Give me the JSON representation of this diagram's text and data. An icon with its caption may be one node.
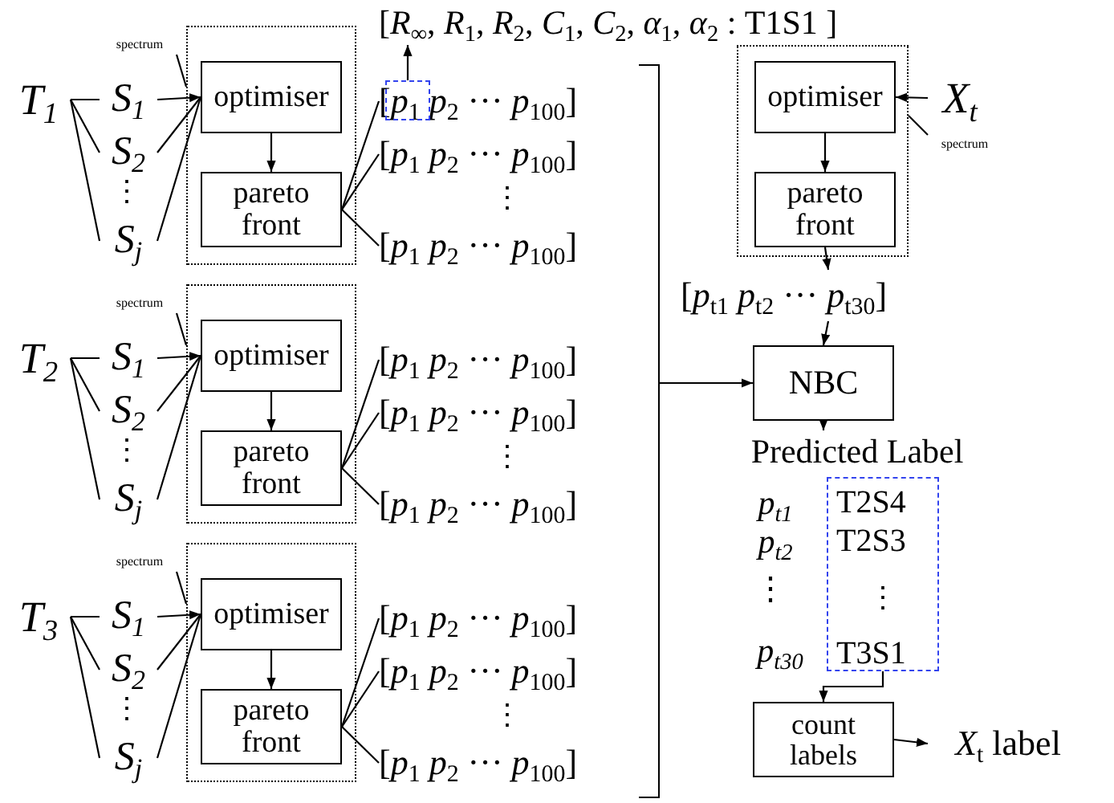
{
  "diagram": {
    "nodes": [
      {
        "text": [
          "T$_{1}$"
        ]
      },
      {
        "text": [
          "S$_{1}$"
        ]
      },
      {
        "text": [
          "S$_{2}$"
        ]
      },
      {
        "text": [
          "S$_{j}$"
        ]
      },
      {
        "text": [
          "spectrum"
        ]
      },
      {
        "text": [],
        "shape": "box"
      },
      {
        "text": [
          "optimiser"
        ],
        "in": 5
      },
      {
        "text": [
          "pareto front"
        ],
        "in": 5
      },
      {
        "text": [
          "[*p*$_{1}$  *p*$_{2}$ ··· *p*$_{100}$]"
        ]
      },
      {
        "text": [
          "[*p*$_{1}$  *p*$_{2}$ ··· *p*$_{100}$]"
        ]
      },
      {
        "text": [
          "[*p*$_{1}$  *p*$_{2}$ ··· *p*$_{100}$]"
        ]
      },
      {
        "text": [
          "T$_{2}$"
        ]
      },
      {
        "text": [
          "S$_{1}$"
        ]
      },
      {
        "text": [
          "S$_{2}$"
        ]
      },
      {
        "text": [
          "S$_{j}$"
        ]
      },
      {
        "text": [
          "spectrum"
        ]
      },
      {
        "text": [],
        "shape": "box"
      },
      {
        "text": [
          "optimiser"
        ],
        "in": 16
      },
      {
        "text": [
          "pareto front"
        ],
        "in": 16
      },
      {
        "text": [
          "[*p*$_{1}$  *p*$_{2}$ ··· *p*$_{100}$]"
        ]
      },
      {
        "text": [
          "[*p*$_{1}$  *p*$_{2}$ ··· *p*$_{100}$]"
        ]
      },
      {
        "text": [
          "[*p*$_{1}$  *p*$_{2}$ ··· *p*$_{100}$]"
        ]
      },
      {
        "text": [
          "T$_{3}$"
        ]
      },
      {
        "text": [
          "S$_{1}$"
        ]
      },
      {
        "text": [
          "S$_{2}$"
        ]
      },
      {
        "text": [
          "S$_{j}$"
        ]
      },
      {
        "text": [
          "spectrum"
        ]
      },
      {
        "text": [],
        "shape": "box"
      },
      {
        "text": [
          "optimiser"
        ],
        "in": 27
      },
      {
        "text": [
          "pareto front"
        ],
        "in": 27
      },
      {
        "text": [
          "[*p*$_{1}$  *p*$_{2}$ ··· *p*$_{100}$]"
        ]
      },
      {
        "text": [
          "[*p*$_{1}$  *p*$_{2}$ ··· *p*$_{100}$]"
        ]
      },
      {
        "text": [
          "[*p*$_{1}$  *p*$_{2}$ ··· *p*$_{100}$]"
        ]
      },
      {
        "text": [],
        "shape": "box",
        "in": 8
      },
      {
        "text": [
          "[*R*$_{∞}$, *R*$_{1}$, *R*$_{2}$, *C*$_{1}$, *C*$_{2}$, *α*$_{1}$, *α*$_{2}$ : T1S1 ]"
        ]
      },
      {
        "text": [],
        "shape": "bracket"
      },
      {
        "text": [],
        "shape": "box"
      },
      {
        "text": [
          "optimiser"
        ],
        "in": 36
      },
      {
        "text": [
          "pareto front"
        ],
        "in": 36
      },
      {
        "text": [
          "X$_{t}$"
        ]
      },
      {
        "text": [
          "spectrum"
        ]
      },
      {
        "text": [
          "[*p*$_{t1}$  *p*$_{t2}$ ··· *p*$_{t30}$]"
        ]
      },
      {
        "text": [
          "NBC"
        ]
      },
      {
        "text": [
          "Predicted Label"
        ]
      },
      {
        "text": [
          "T2S4",
          "T2S3",
          "⋮",
          "T3S1"
        ]
      },
      {
        "text": [
          "count labels"
        ]
      },
      {
        "text": [
          "*X*$_{t}$ label"
        ]
      }
    ],
    "edges": [
      {
        "from": 0,
        "to": 1,
        "arrow": "none"
      },
      {
        "from": 0,
        "to": 2,
        "arrow": "none"
      },
      {
        "from": 0,
        "to": 3,
        "arrow": "none"
      },
      {
        "from": 1,
        "to": 6,
        "arrow": "to"
      },
      {
        "from": 2,
        "to": 6,
        "arrow": "none"
      },
      {
        "from": 3,
        "to": 6,
        "arrow": "none"
      },
      {
        "from": 4,
        "to": 5,
        "arrow": "none"
      },
      {
        "from": 6,
        "to": 7,
        "arrow": "to"
      },
      {
        "from": 7,
        "to": 8,
        "arrow": "none"
      },
      {
        "from": 7,
        "to": 9,
        "arrow": "none"
      },
      {
        "from": 7,
        "to": 10,
        "arrow": "none"
      },
      {
        "from": 11,
        "to": 12,
        "arrow": "none"
      },
      {
        "from": 11,
        "to": 13,
        "arrow": "none"
      },
      {
        "from": 11,
        "to": 14,
        "arrow": "none"
      },
      {
        "from": 12,
        "to": 17,
        "arrow": "to"
      },
      {
        "from": 13,
        "to": 17,
        "arrow": "none"
      },
      {
        "from": 14,
        "to": 17,
        "arrow": "none"
      },
      {
        "from": 15,
        "to": 16,
        "arrow": "none"
      },
      {
        "from": 17,
        "to": 18,
        "arrow": "to"
      },
      {
        "from": 18,
        "to": 19,
        "arrow": "none"
      },
      {
        "from": 18,
        "to": 20,
        "arrow": "none"
      },
      {
        "from": 18,
        "to": 21,
        "arrow": "none"
      },
      {
        "from": 22,
        "to": 23,
        "arrow": "none"
      },
      {
        "from": 22,
        "to": 24,
        "arrow": "none"
      },
      {
        "from": 22,
        "to": 25,
        "arrow": "none"
      },
      {
        "from": 23,
        "to": 28,
        "arrow": "to"
      },
      {
        "from": 24,
        "to": 28,
        "arrow": "none"
      },
      {
        "from": 25,
        "to": 28,
        "arrow": "none"
      },
      {
        "from": 26,
        "to": 27,
        "arrow": "none"
      },
      {
        "from": 28,
        "to": 29,
        "arrow": "to"
      },
      {
        "from": 29,
        "to": 30,
        "arrow": "none"
      },
      {
        "from": 29,
        "to": 31,
        "arrow": "none"
      },
      {
        "from": 29,
        "to": 32,
        "arrow": "none"
      },
      {
        "from": 33,
        "to": 34,
        "arrow": "to"
      },
      {
        "from": 35,
        "to": 42,
        "arrow": "to"
      },
      {
        "from": 39,
        "to": 37,
        "arrow": "to"
      },
      {
        "from": 40,
        "to": 36,
        "arrow": "none"
      },
      {
        "from": 37,
        "to": 38,
        "arrow": "to"
      },
      {
        "from": 38,
        "to": 41,
        "arrow": "to"
      },
      {
        "from": 41,
        "to": 42,
        "arrow": "to"
      },
      {
        "from": 42,
        "to": 43,
        "arrow": "to"
      },
      {
        "from": 44,
        "to": 45,
        "arrow": "to"
      },
      {
        "from": 45,
        "to": 46,
        "arrow": "to"
      }
    ],
    "labels": [
      "⋮",
      "⋮",
      "⋮",
      "⋮",
      "⋮",
      "⋮",
      "p$_{t1}$",
      "p$_{t2}$",
      "⋮",
      "p$_{t30}$"
    ]
  }
}
